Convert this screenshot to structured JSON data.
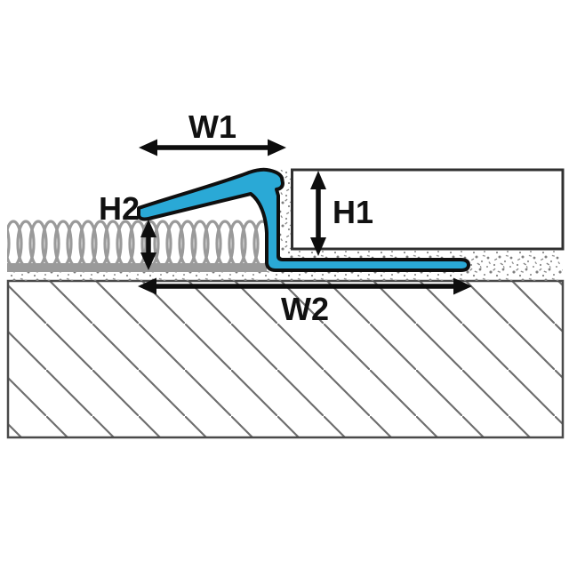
{
  "diagram": {
    "kind": "floor-transition-profile-cross-section",
    "dimensions": {
      "w1": {
        "label": "W1"
      },
      "h1": {
        "label": "H1"
      },
      "h2": {
        "label": "H2"
      },
      "w2": {
        "label": "W2"
      }
    },
    "colors": {
      "profile_blue": "#2aa9d6",
      "outline_black": "#0f0f0f",
      "dimension_black": "#0d0d0d",
      "carpet_gray": "#9a9a9a",
      "hatch_line_gray": "#6e6e6e",
      "speckle_gray": "#7f7f7f",
      "tile_border_gray": "#303030",
      "slab_border_gray": "#4a4a4a",
      "background": "#ffffff"
    }
  }
}
